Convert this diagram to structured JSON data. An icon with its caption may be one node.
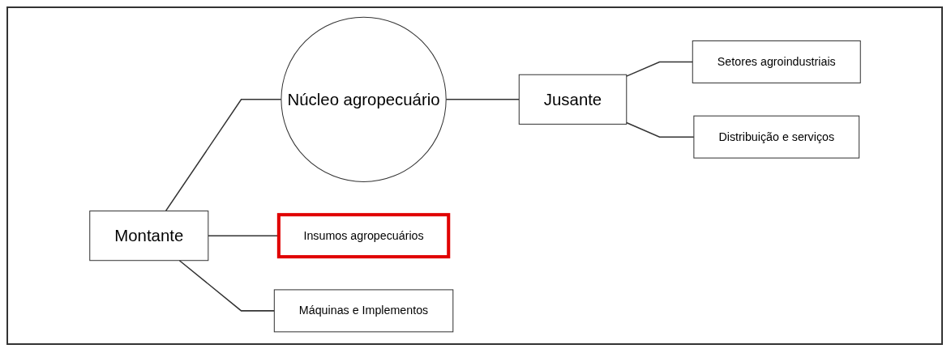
{
  "diagram": {
    "nodes": [
      {
        "text": [
          "Montante"
        ]
      },
      {
        "text": [
          "Núcleo agropecuário"
        ]
      },
      {
        "text": [
          "Jusante"
        ]
      },
      {
        "text": [
          "Insumos agropecuários"
        ]
      },
      {
        "text": [
          "Máquinas e Implementos"
        ]
      },
      {
        "text": [
          "Setores agroindustriais"
        ]
      },
      {
        "text": [
          "Distribuição e serviços"
        ]
      }
    ],
    "edges": [
      {
        "from": 0,
        "to": 1,
        "arrow": "none"
      },
      {
        "from": 1,
        "to": 2,
        "arrow": "none"
      },
      {
        "from": 0,
        "to": 3,
        "arrow": "none"
      },
      {
        "from": 0,
        "to": 4,
        "arrow": "none"
      },
      {
        "from": 2,
        "to": 5,
        "arrow": "none"
      },
      {
        "from": 2,
        "to": 6,
        "arrow": "none"
      }
    ]
  }
}
